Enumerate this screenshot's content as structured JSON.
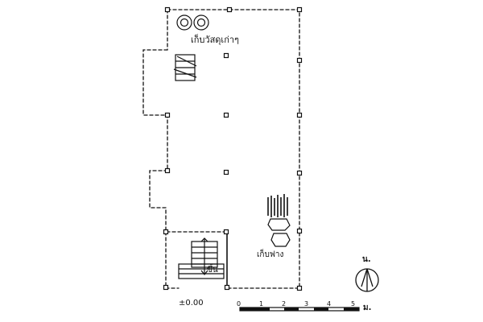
{
  "labels": {
    "storage_objects": "เก็บวัสดุเก่าๆ",
    "storage_firewood": "เก็บฟาง",
    "up": "ขึ้น",
    "ground_level": "±0.00",
    "north": "น."
  },
  "scale_bar": {
    "ticks": [
      "0",
      "1",
      "2",
      "3",
      "4",
      "5"
    ],
    "unit": "ม."
  },
  "colors": {
    "ink": "#111111"
  },
  "icons": [
    "north-arrow-icon",
    "water-jar-icon",
    "shelf-icon",
    "stair-icon",
    "sack-icon"
  ]
}
